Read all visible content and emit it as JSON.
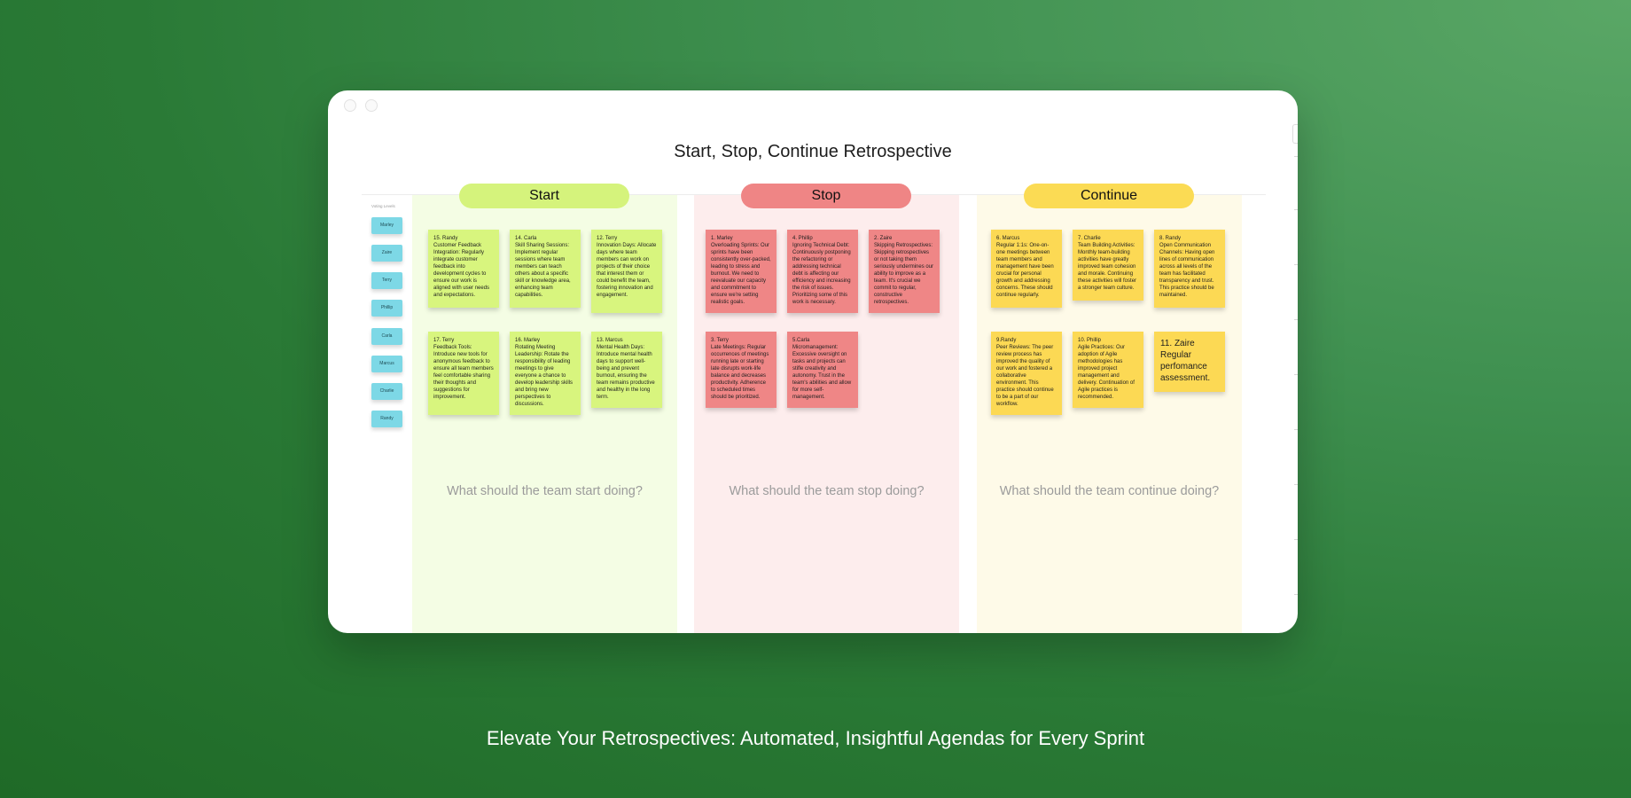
{
  "board": {
    "title": "Start, Stop, Continue Retrospective",
    "voting_label": "Voting Levels",
    "voters": [
      "Marley",
      "Zaire",
      "Terry",
      "Phillip",
      "Carla",
      "Marcus",
      "Charlie",
      "Randy"
    ]
  },
  "colors": {
    "start_label": "#d5f37c",
    "stop_label": "#ef8585",
    "continue_label": "#fbdb54",
    "start_bg": "#f4fde4",
    "stop_bg": "#fdeded",
    "continue_bg": "#fefae8",
    "start_note": "#d8f57e",
    "stop_note": "#ef8686",
    "continue_note": "#fcd954",
    "voter": "#7dd8e6"
  },
  "columns": [
    {
      "label": "Start",
      "prompt": "What should the team start doing?",
      "notes": [
        "15. Randy\nCustomer Feedback Integration: Regularly integrate customer feedback into development cycles to ensure our work is aligned with user needs and expectations.",
        "14. Carla\nSkill Sharing Sessions: Implement regular sessions where team members can teach others about a specific skill or knowledge area, enhancing team capabilities.",
        "12. Terry\nInnovation Days: Allocate days where team members can work on projects of their choice that interest them or could benefit the team, fostering innovation and engagement.",
        "17. Terry\nFeedback Tools: Introduce new tools for anonymous feedback to ensure all team members feel comfortable sharing their thoughts and suggestions for improvement.",
        "16. Marley\nRotating Meeting Leadership: Rotate the responsibility of leading meetings to give everyone a chance to develop leadership skills and bring new perspectives to discussions.",
        "13. Marcus\nMental Health Days: Introduce mental health days to support well-being and prevent burnout, ensuring the team remains productive and healthy in the long term."
      ]
    },
    {
      "label": "Stop",
      "prompt": "What should the team stop doing?",
      "notes": [
        "1. Marley\nOverloading Sprints: Our sprints have been consistently over-packed, leading to stress and burnout. We need to reevaluate our capacity and commitment to ensure we're setting realistic goals.",
        "4. Phillip\nIgnoring Technical Debt: Continuously postponing the refactoring or addressing technical debt is affecting our efficiency and increasing the risk of issues. Prioritizing some of this work is necessary.",
        "2. Zaire\nSkipping Retrospectives: Skipping retrospectives or not taking them seriously undermines our ability to improve as a team. It's crucial we commit to regular, constructive retrospectives.",
        "3. Terry\nLate Meetings: Regular occurrences of meetings running late or starting late disrupts work-life balance and decreases productivity. Adherence to scheduled times should be prioritized.",
        "5.Carla\nMicromanagement: Excessive oversight on tasks and projects can stifle creativity and autonomy. Trust in the team's abilities and allow for more self-management."
      ]
    },
    {
      "label": "Continue",
      "prompt": "What should the team continue doing?",
      "notes": [
        "6. Marcus\nRegular 1:1s: One-on-one meetings between team members and management have been crucial for personal growth and addressing concerns. These should continue regularly.",
        "7. Charlie\nTeam Building Activities: Monthly team-building activities have greatly improved team cohesion and morale. Continuing these activities will foster a stronger team culture.",
        "8. Randy\nOpen Communication Channels: Having open lines of communication across all levels of the team has facilitated transparency and trust. This practice should be maintained.",
        "9.Randy\nPeer Reviews: The peer review process has improved the quality of our work and fostered a collaborative environment. This practice should continue to be a part of our workflow.",
        "10. Phillip\nAgile Practices: Our adoption of Agile methodologies has improved project management and delivery. Continuation of Agile practices is recommended.",
        "11. Zaire\nRegular perfomance assessment."
      ]
    }
  ],
  "tagline": "Elevate Your Retrospectives: Automated, Insightful Agendas for Every Sprint"
}
